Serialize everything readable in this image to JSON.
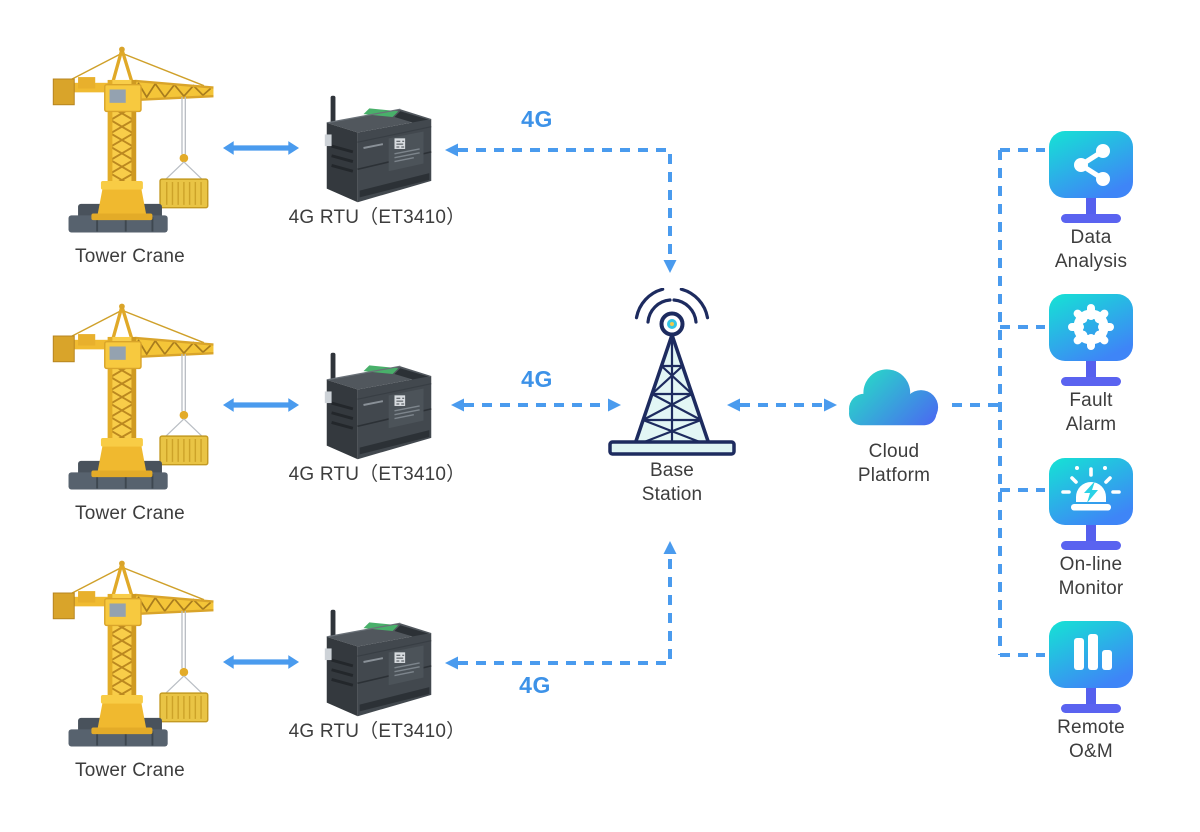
{
  "nodes": {
    "cranes": [
      {
        "label": "Tower Crane"
      },
      {
        "label": "Tower Crane"
      },
      {
        "label": "Tower Crane"
      }
    ],
    "rtus": [
      {
        "label": "4G RTU（ET3410）"
      },
      {
        "label": "4G RTU（ET3410）"
      },
      {
        "label": "4G RTU（ET3410）"
      }
    ],
    "base_station": {
      "label": "Base\nStation"
    },
    "cloud": {
      "label": "Cloud\nPlatform"
    },
    "apps": [
      {
        "label": "Data\nAnalysis",
        "icon": "share-icon"
      },
      {
        "label": "Fault\nAlarm",
        "icon": "gear-icon"
      },
      {
        "label": "On-line\nMonitor",
        "icon": "alarm-beacon-icon"
      },
      {
        "label": "Remote\nO&M",
        "icon": "bar-chart-icon"
      }
    ]
  },
  "connections": {
    "rtu1_to_base": {
      "label": "4G"
    },
    "rtu2_to_base": {
      "label": "4G"
    },
    "rtu3_to_base": {
      "label": "4G"
    }
  },
  "colors": {
    "connector_blue": "#4a9bee",
    "network_label_blue": "#3d92e8",
    "text_dark": "#3d3d3d",
    "icon_gradient_start": "#15e3d4",
    "icon_gradient_end": "#3e85f7",
    "cloud_gradient_start": "#28d8c8",
    "cloud_gradient_end": "#4b66f2",
    "stand_indigo": "#5a63f0",
    "tower_navy": "#1d2b5f",
    "crane_yellow": "#f5c13a"
  }
}
